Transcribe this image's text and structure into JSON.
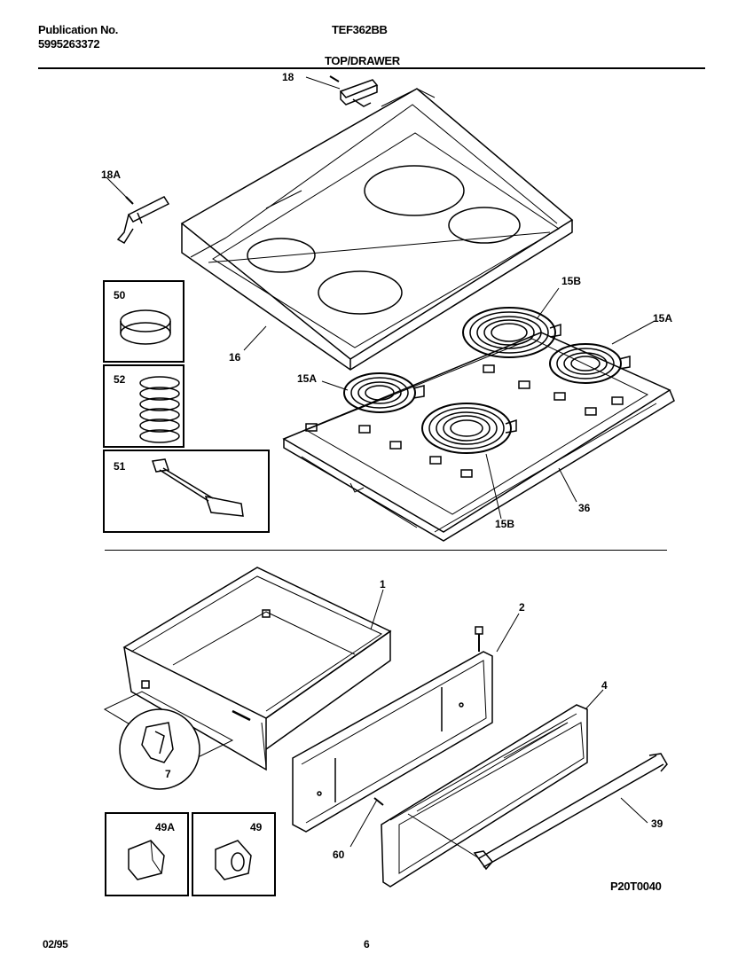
{
  "header": {
    "pub_label": "Publication No.",
    "pub_number": "5995263372",
    "model": "TEF362BB",
    "section": "TOP/DRAWER"
  },
  "callouts": {
    "c18": "18",
    "c18a": "18A",
    "c16": "16",
    "c15b_top": "15B",
    "c15a_right": "15A",
    "c15a_left": "15A",
    "c15b_bottom": "15B",
    "c36": "36",
    "c1": "1",
    "c2": "2",
    "c4": "4",
    "c7": "7",
    "c39": "39",
    "c60": "60"
  },
  "inset_boxes": {
    "b50": "50",
    "b52": "52",
    "b51": "51",
    "b49a": "49A",
    "b49": "49"
  },
  "diagram_code": "P20T0040",
  "footer": {
    "date": "02/95",
    "page": "6"
  }
}
